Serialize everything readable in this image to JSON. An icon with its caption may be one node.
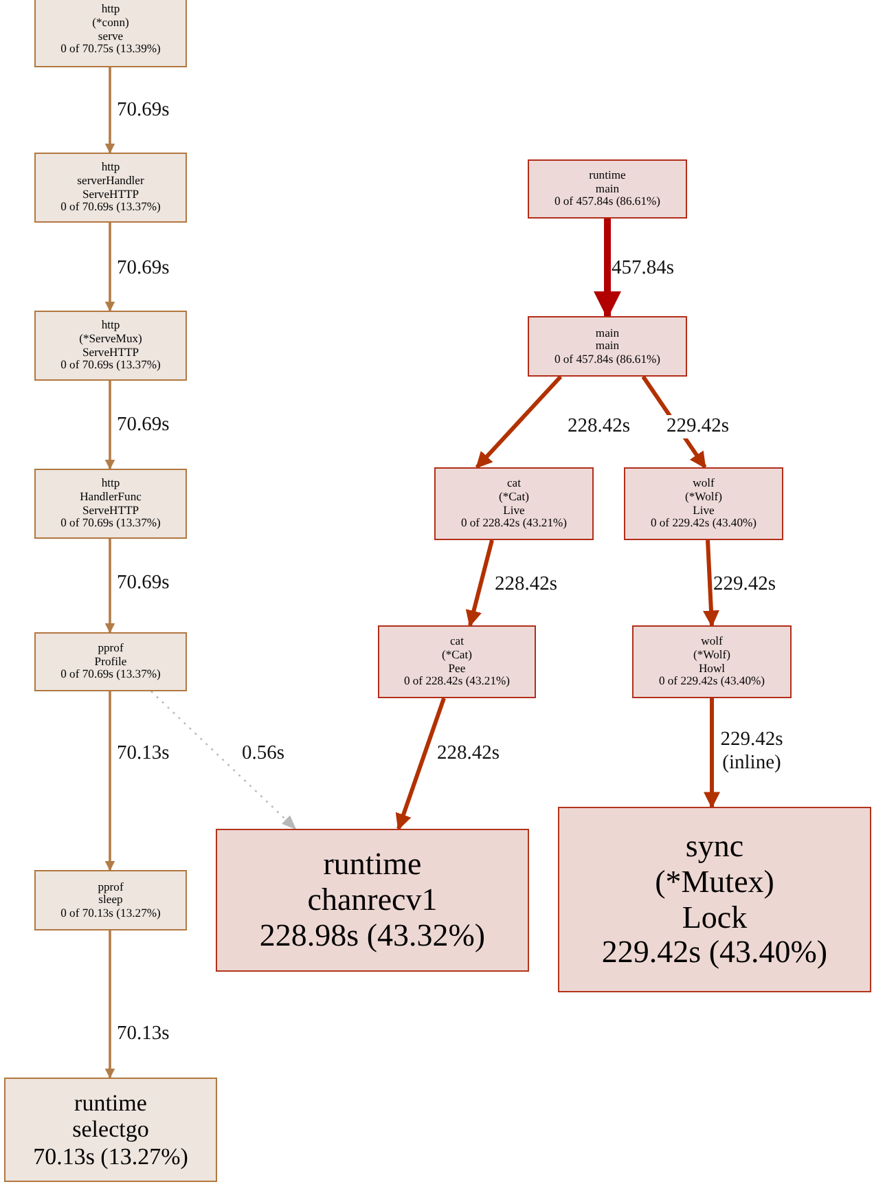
{
  "diagram": {
    "nodes": [
      {
        "text": [
          "http",
          "(*conn)",
          "serve",
          "0 of 70.75s (13.39%)"
        ]
      },
      {
        "text": [
          "http",
          "serverHandler",
          "ServeHTTP",
          "0 of 70.69s (13.37%)"
        ]
      },
      {
        "text": [
          "http",
          "(*ServeMux)",
          "ServeHTTP",
          "0 of 70.69s (13.37%)"
        ]
      },
      {
        "text": [
          "http",
          "HandlerFunc",
          "ServeHTTP",
          "0 of 70.69s (13.37%)"
        ]
      },
      {
        "text": [
          "pprof",
          "Profile",
          "0 of 70.69s (13.37%)"
        ]
      },
      {
        "text": [
          "pprof",
          "sleep",
          "0 of 70.13s (13.27%)"
        ]
      },
      {
        "text": [
          "runtime",
          "selectgo",
          "70.13s (13.27%)"
        ]
      },
      {
        "text": [
          "runtime",
          "main",
          "0 of 457.84s (86.61%)"
        ]
      },
      {
        "text": [
          "main",
          "main",
          "0 of 457.84s (86.61%)"
        ]
      },
      {
        "text": [
          "cat",
          "(*Cat)",
          "Live",
          "0 of 228.42s (43.21%)"
        ]
      },
      {
        "text": [
          "wolf",
          "(*Wolf)",
          "Live",
          "0 of 229.42s (43.40%)"
        ]
      },
      {
        "text": [
          "cat",
          "(*Cat)",
          "Pee",
          "0 of 228.42s (43.21%)"
        ]
      },
      {
        "text": [
          "wolf",
          "(*Wolf)",
          "Howl",
          "0 of 229.42s (43.40%)"
        ]
      },
      {
        "text": [
          "runtime",
          "chanrecv1",
          "228.98s (43.32%)"
        ]
      },
      {
        "text": [
          "sync",
          "(*Mutex)",
          "Lock",
          "229.42s (43.40%)"
        ]
      }
    ],
    "edges": [
      {
        "from": 0,
        "to": 1,
        "arrow": "to",
        "label": "70.69s",
        "color": "#b27c48"
      },
      {
        "from": 1,
        "to": 2,
        "arrow": "to",
        "label": "70.69s",
        "color": "#b27c48"
      },
      {
        "from": 2,
        "to": 3,
        "arrow": "to",
        "label": "70.69s",
        "color": "#b27c48"
      },
      {
        "from": 3,
        "to": 4,
        "arrow": "to",
        "label": "70.69s",
        "color": "#b27c48"
      },
      {
        "from": 4,
        "to": 5,
        "arrow": "to",
        "label": "70.13s",
        "color": "#b27c48"
      },
      {
        "from": 4,
        "to": 13,
        "arrow": "to",
        "label": "0.56s",
        "style": "dashed",
        "color": "#b8b8b8"
      },
      {
        "from": 5,
        "to": 6,
        "arrow": "to",
        "label": "70.13s",
        "color": "#b27c48"
      },
      {
        "from": 7,
        "to": 8,
        "arrow": "to",
        "label": "457.84s",
        "style": "thick",
        "color": "#b20000"
      },
      {
        "from": 8,
        "to": 9,
        "arrow": "to",
        "label": "228.42s",
        "color": "#b23100"
      },
      {
        "from": 8,
        "to": 10,
        "arrow": "to",
        "label": "229.42s",
        "color": "#b23100"
      },
      {
        "from": 9,
        "to": 11,
        "arrow": "to",
        "label": "228.42s",
        "color": "#b23100"
      },
      {
        "from": 10,
        "to": 12,
        "arrow": "to",
        "label": "229.42s",
        "color": "#b23100"
      },
      {
        "from": 11,
        "to": 13,
        "arrow": "to",
        "label": "228.42s",
        "color": "#b23100"
      },
      {
        "from": 12,
        "to": 14,
        "arrow": "to",
        "label": "229.42s (inline)",
        "color": "#b23100"
      }
    ]
  }
}
